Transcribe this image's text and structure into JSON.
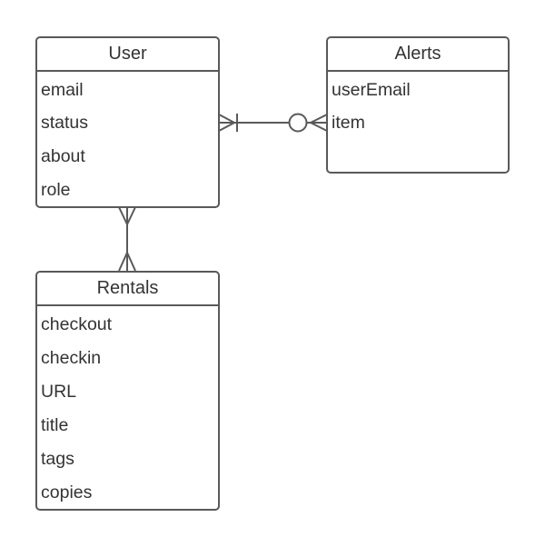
{
  "entities": {
    "user": {
      "title": "User",
      "attributes": [
        "email",
        "status",
        "about",
        "role"
      ]
    },
    "alerts": {
      "title": "Alerts",
      "attributes": [
        "userEmail",
        "item"
      ]
    },
    "rentals": {
      "title": "Rentals",
      "attributes": [
        "checkout",
        "checkin",
        "URL",
        "title",
        "tags",
        "copies"
      ]
    }
  },
  "relationships": [
    {
      "from": "user",
      "to": "alerts",
      "from_cardinality": "one-or-many",
      "to_cardinality": "zero-or-many"
    },
    {
      "from": "user",
      "to": "rentals",
      "from_cardinality": "many",
      "to_cardinality": "many"
    }
  ],
  "colors": {
    "stroke": "#595959",
    "text": "#333333",
    "background": "#ffffff"
  }
}
